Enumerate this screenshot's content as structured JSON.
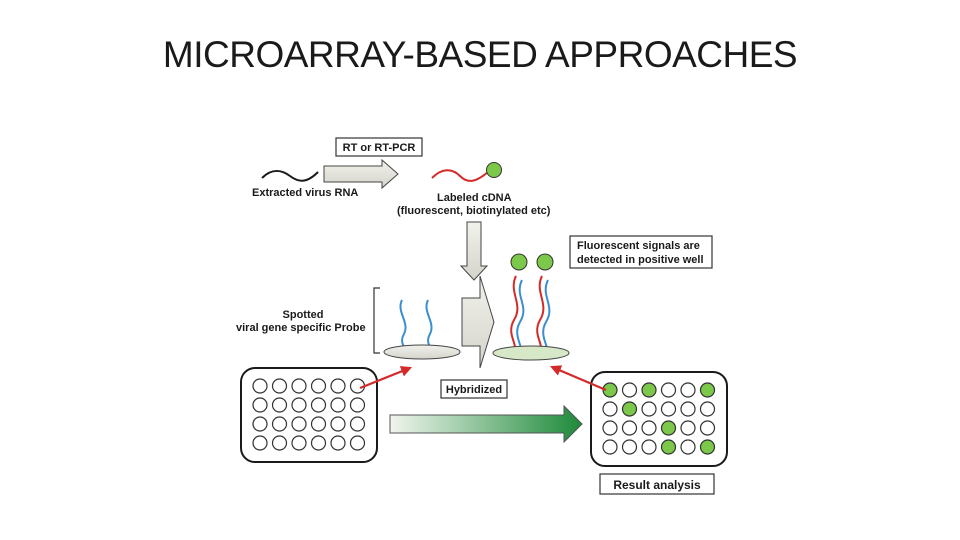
{
  "slide": {
    "title": "MICROARRAY-BASED APPROACHES"
  },
  "diagram": {
    "rt_box": "RT or RT-PCR",
    "rna_label": "Extracted virus RNA",
    "cdna_label_1": "Labeled cDNA",
    "cdna_label_2": "(fluorescent, biotinylated etc)",
    "signal_box_1": "Fluorescent signals are",
    "signal_box_2": "detected in positive well",
    "probe_label_1": "Spotted",
    "probe_label_2": "viral gene specific Probe",
    "hybridized_box": "Hybridized",
    "result_box": "Result analysis",
    "colors": {
      "probe": "#3a8fd0",
      "target": "#d42a2a",
      "label_dot": "#7cc84a",
      "positive_well": "#7cc84a",
      "arrow_start": "#e8f0e4",
      "arrow_end": "#1d8a3a"
    },
    "right_plate_positive": [
      [
        1,
        0,
        1,
        0,
        0,
        1
      ],
      [
        0,
        1,
        0,
        0,
        0,
        0
      ],
      [
        0,
        0,
        0,
        1,
        0,
        0
      ],
      [
        0,
        0,
        0,
        1,
        0,
        1
      ]
    ]
  }
}
